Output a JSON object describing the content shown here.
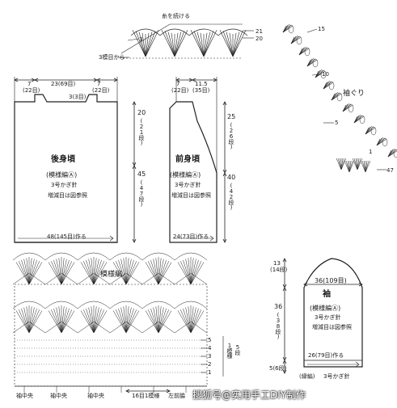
{
  "top_chart": {
    "labels": [
      "糸を続ける",
      "3",
      "3模目から",
      "21",
      "20"
    ]
  },
  "armhole": {
    "title": "袖ぐり",
    "labels": [
      "15",
      "10",
      "5",
      "1",
      "47"
    ]
  },
  "back": {
    "title": "後身頃",
    "stitch": "(模様編Ⓐ)",
    "hook": "3号かぎ針",
    "note": "増減目は図参照",
    "top_left": "7",
    "top_left_alt": "(22目)",
    "top_mid": "23(69目)",
    "top_right": "7",
    "top_right_alt": "(22目)",
    "neck": "3(3目)",
    "side_upper": "20",
    "side_upper_alt": "(21段)",
    "side_lower": "45",
    "side_lower_alt": "(47段)",
    "bottom": "48(145目)作る"
  },
  "front": {
    "title": "前身頃",
    "stitch": "(模様編Ⓐ)",
    "hook": "3号かぎ針",
    "note": "増減目は図参照",
    "top_left": "7",
    "top_left_alt": "(22目)",
    "top_right": "11.5",
    "top_right_alt": "(35目)",
    "side_upper": "25",
    "side_upper_alt": "(26段)",
    "side_lower": "40",
    "side_lower_alt": "(42段)",
    "bottom": "24(73目)作る"
  },
  "sleeve": {
    "title": "袖",
    "stitch": "(模様編Ⓐ)",
    "hook": "3号かぎ針",
    "note": "増減目は図参照",
    "cap": "13",
    "cap_alt": "(14段)",
    "width": "36(109目)",
    "side": "36",
    "side_alt": "(38段)",
    "hem_h": "5(6段)",
    "bottom": "26(79目)作る",
    "edging": "(縁編)",
    "edging_hook": "3号かぎ針"
  },
  "pattern": {
    "title": "模様編",
    "row_labels": [
      "5",
      "4",
      "3",
      "2",
      "1"
    ],
    "rep": "1模様",
    "rep_alt": "5段",
    "bottom_labels": [
      "袖中央",
      "袖中央",
      "袖中央",
      "16目1模様",
      "左前脇"
    ]
  },
  "watermark": "搜狐号@实用手工DIY制作"
}
